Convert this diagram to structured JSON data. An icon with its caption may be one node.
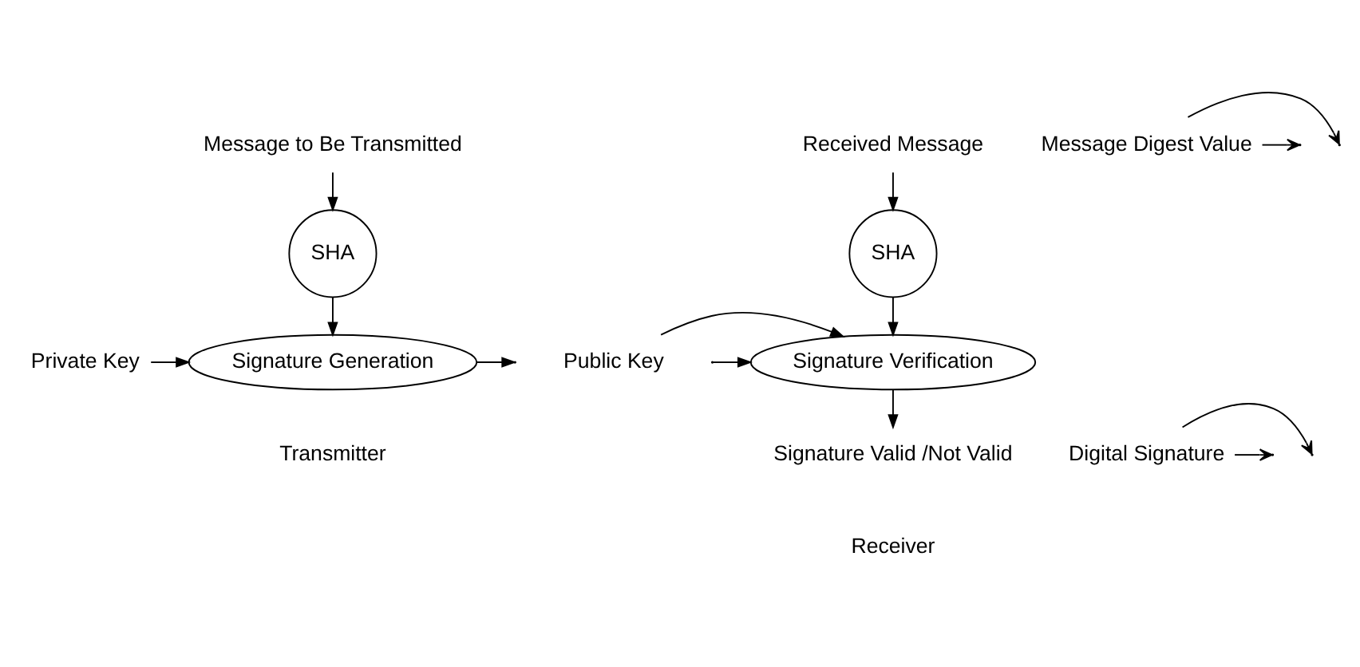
{
  "diagram": {
    "nodes": [
      {
        "text": [
          "Message to Be Transmitted"
        ]
      },
      {
        "text": [
          "SHA"
        ]
      },
      {
        "text": [
          "Received Message"
        ]
      },
      {
        "text": [
          "SHA"
        ]
      },
      {
        "text": [
          "Message Digest Value"
        ]
      },
      {
        "text": [
          "Private Key"
        ]
      },
      {
        "text": [
          "Signature Generation"
        ]
      },
      {
        "text": [
          "Digital Signature"
        ]
      },
      {
        "text": [
          "Signature Verification"
        ]
      },
      {
        "text": [
          "Public Key"
        ]
      },
      {
        "text": [
          "Signature Valid /Not Valid"
        ]
      }
    ],
    "edges": [
      {
        "from": 0,
        "to": 1,
        "arrow": "to"
      },
      {
        "from": 2,
        "to": 3,
        "arrow": "to"
      },
      {
        "from": 4,
        "to": null,
        "arrow": "to"
      },
      {
        "from": 4,
        "to": null,
        "arrow": "to"
      },
      {
        "from": 1,
        "to": 6,
        "arrow": "to"
      },
      {
        "from": 3,
        "to": 8,
        "arrow": "to"
      },
      {
        "from": 5,
        "to": 6,
        "arrow": "to"
      },
      {
        "from": 6,
        "to": null,
        "arrow": "to"
      },
      {
        "from": null,
        "to": 8,
        "arrow": "to"
      },
      {
        "from": 9,
        "to": 8,
        "arrow": "to"
      },
      {
        "from": 7,
        "to": null,
        "arrow": "to"
      },
      {
        "from": 7,
        "to": null,
        "arrow": "to"
      },
      {
        "from": 8,
        "to": 10,
        "arrow": "to"
      }
    ],
    "labels": [
      "Transmitter",
      "Receiver"
    ]
  }
}
